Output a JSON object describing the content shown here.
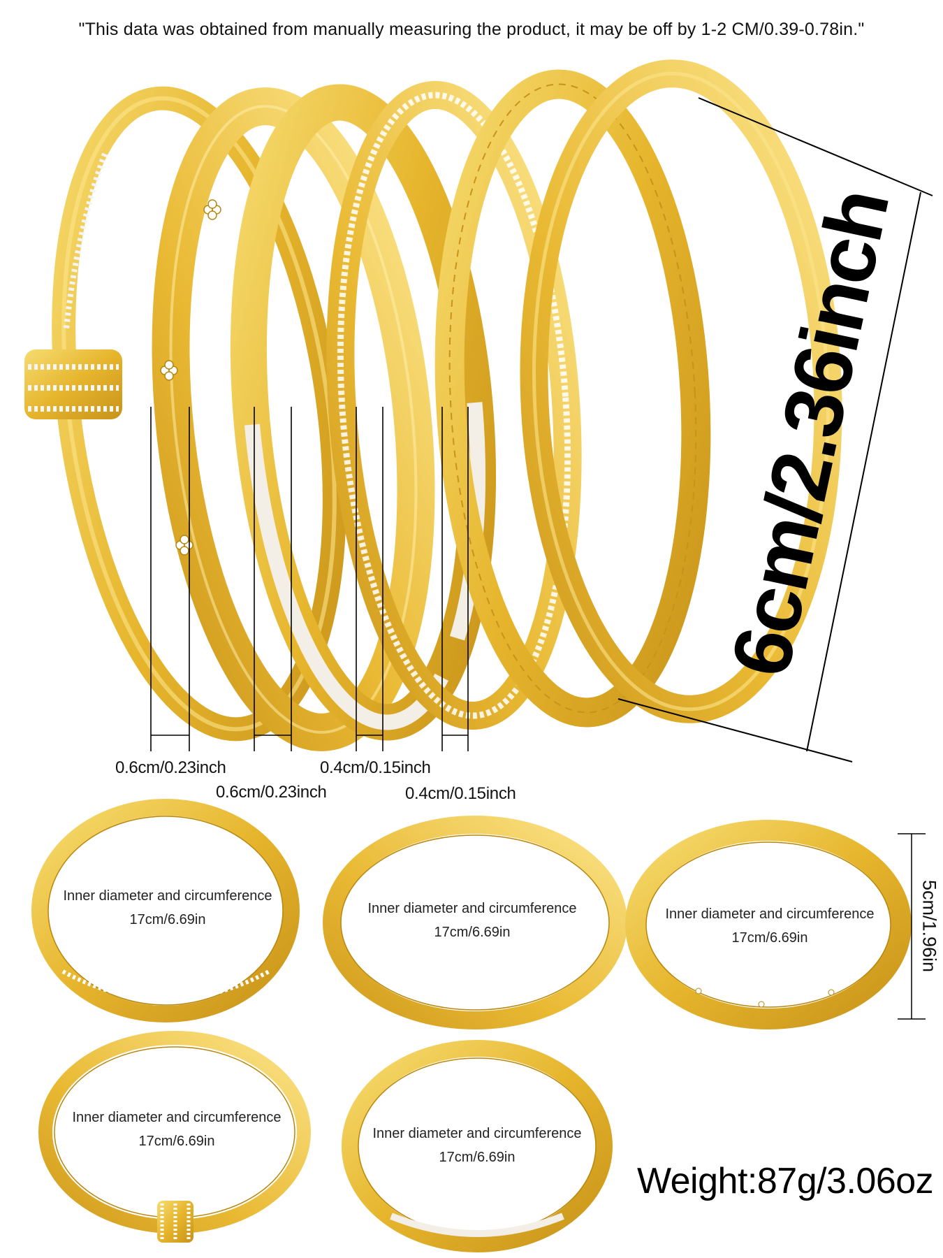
{
  "note": "\"This data was obtained from manually measuring the product, it may be off by 1-2 CM/0.39-0.78in.\"",
  "dimensions": {
    "diameter": "6cm/2.36inch",
    "height": "5cm/1.96in",
    "widths": [
      "0.6cm/0.23inch",
      "0.6cm/0.23inch",
      "0.4cm/0.15inch",
      "0.4cm/0.15inch"
    ]
  },
  "bracelets": [
    {
      "label": "Inner diameter and circumference",
      "value": "17cm/6.69in"
    },
    {
      "label": "Inner diameter and circumference",
      "value": "17cm/6.69in"
    },
    {
      "label": "Inner diameter and circumference",
      "value": "17cm/6.69in"
    },
    {
      "label": "Inner diameter and circumference",
      "value": "17cm/6.69in"
    },
    {
      "label": "Inner diameter and circumference",
      "value": "17cm/6.69in"
    }
  ],
  "weight": "Weight:87g/3.06oz",
  "colors": {
    "gold": "#e8b830",
    "gold_light": "#f6d86a",
    "gold_dark": "#b8860b",
    "pearl": "#f3efe6"
  }
}
